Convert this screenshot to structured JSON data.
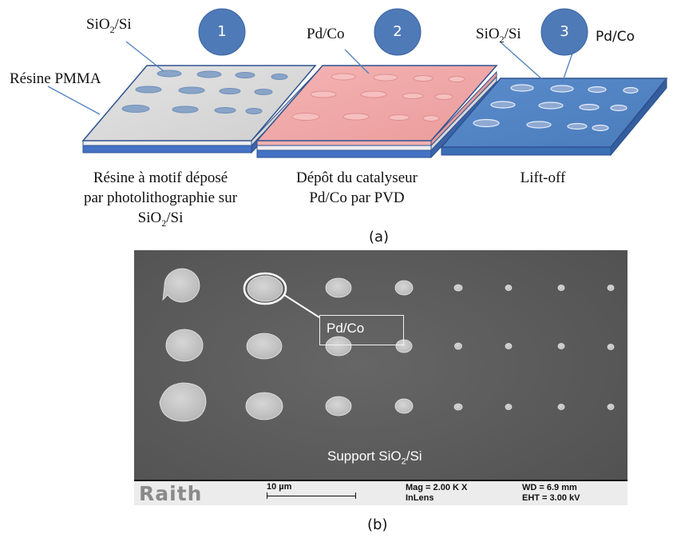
{
  "panel_a": {
    "label": "(a)",
    "steps": [
      {
        "number": "1",
        "caption_lines": [
          "Résine à  motif déposé",
          "par photolithographie sur"
        ],
        "caption_sio2": "SiO",
        "caption_sio2_sub": "2",
        "caption_sio2_tail": "/Si"
      },
      {
        "number": "2",
        "caption_lines": [
          "Dépôt du catalyseur",
          "Pd/Co par PVD"
        ]
      },
      {
        "number": "3",
        "caption_lines": [
          "Lift-off"
        ]
      }
    ],
    "labels": {
      "sio2_si_left": "SiO",
      "sio2_si_left_sub": "2",
      "sio2_si_left_tail": "/Si",
      "resine": "Résine PMMA",
      "pdco_mid": "Pd/Co",
      "sio2_si_right": "SiO",
      "sio2_si_right_sub": "2",
      "sio2_si_right_tail": "/Si",
      "pdco_right": "Pd/Co"
    },
    "colors": {
      "circle": "#4f7ab8",
      "slab1": "#d9d9d9",
      "slab2": "#f0a7a7",
      "slab3": "#4f81bd",
      "base": "#4472c4"
    }
  },
  "panel_b": {
    "label": "(b)",
    "pdco_label": "Pd/Co",
    "support_label": "Support SiO",
    "support_sub": "2",
    "support_tail": "/Si",
    "databar": {
      "brand": "Raith",
      "scale": "10 µm",
      "mag": "Mag =  2.00 K X",
      "detector": "InLens",
      "wd": "WD =  6.9 mm",
      "eht": "EHT =  3.00 kV"
    }
  }
}
